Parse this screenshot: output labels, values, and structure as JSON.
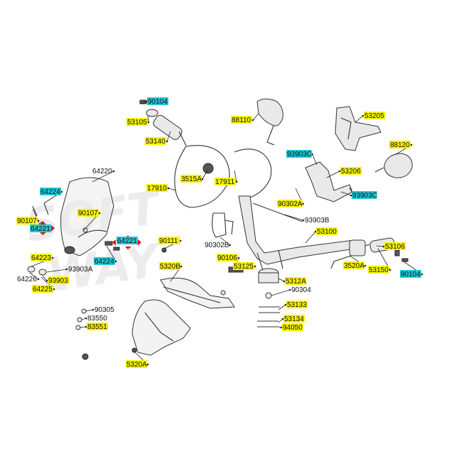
{
  "watermark": {
    "line1": "SOFT",
    "line2": "WAY"
  },
  "colors": {
    "yellow_tag": "#f7f200",
    "cyan_tag": "#22c6d6",
    "marker_red": "#e01818",
    "line": "#333333"
  },
  "callouts": [
    {
      "text": "90104",
      "tag": "cyan"
    },
    {
      "text": "53105",
      "tag": "yellow"
    },
    {
      "text": "53140",
      "tag": "yellow"
    },
    {
      "text": "88110",
      "tag": "yellow"
    },
    {
      "text": "53205",
      "tag": "yellow"
    },
    {
      "text": "88120",
      "tag": "yellow"
    },
    {
      "text": "64220",
      "tag": "none"
    },
    {
      "text": "64224",
      "tag": "cyan"
    },
    {
      "text": "90107",
      "tag": "yellow"
    },
    {
      "text": "90107",
      "tag": "yellow"
    },
    {
      "text": "64221",
      "tag": "cyan"
    },
    {
      "text": "64221",
      "tag": "cyan"
    },
    {
      "text": "64224",
      "tag": "cyan"
    },
    {
      "text": "64223",
      "tag": "yellow"
    },
    {
      "text": "93903A",
      "tag": "none"
    },
    {
      "text": "64226",
      "tag": "none"
    },
    {
      "text": "93903",
      "tag": "yellow"
    },
    {
      "text": "64225",
      "tag": "yellow"
    },
    {
      "text": "17910",
      "tag": "yellow"
    },
    {
      "text": "3515A",
      "tag": "yellow"
    },
    {
      "text": "17911",
      "tag": "yellow"
    },
    {
      "text": "90111",
      "tag": "yellow"
    },
    {
      "text": "5320B",
      "tag": "yellow"
    },
    {
      "text": "90302B",
      "tag": "none"
    },
    {
      "text": "90106",
      "tag": "yellow"
    },
    {
      "text": "53125",
      "tag": "yellow"
    },
    {
      "text": "93903C",
      "tag": "cyan"
    },
    {
      "text": "53206",
      "tag": "yellow"
    },
    {
      "text": "93903C",
      "tag": "cyan"
    },
    {
      "text": "90302A",
      "tag": "yellow"
    },
    {
      "text": "93903B",
      "tag": "none"
    },
    {
      "text": "53100",
      "tag": "yellow"
    },
    {
      "text": "53106",
      "tag": "yellow"
    },
    {
      "text": "3520A",
      "tag": "yellow"
    },
    {
      "text": "53150",
      "tag": "yellow"
    },
    {
      "text": "90104",
      "tag": "cyan"
    },
    {
      "text": "5312A",
      "tag": "yellow"
    },
    {
      "text": "90304",
      "tag": "none"
    },
    {
      "text": "53133",
      "tag": "yellow"
    },
    {
      "text": "53134",
      "tag": "yellow"
    },
    {
      "text": "94050",
      "tag": "yellow"
    },
    {
      "text": "90305",
      "tag": "none"
    },
    {
      "text": "83550",
      "tag": "none"
    },
    {
      "text": "83551",
      "tag": "yellow"
    },
    {
      "text": "5320A",
      "tag": "yellow"
    }
  ]
}
